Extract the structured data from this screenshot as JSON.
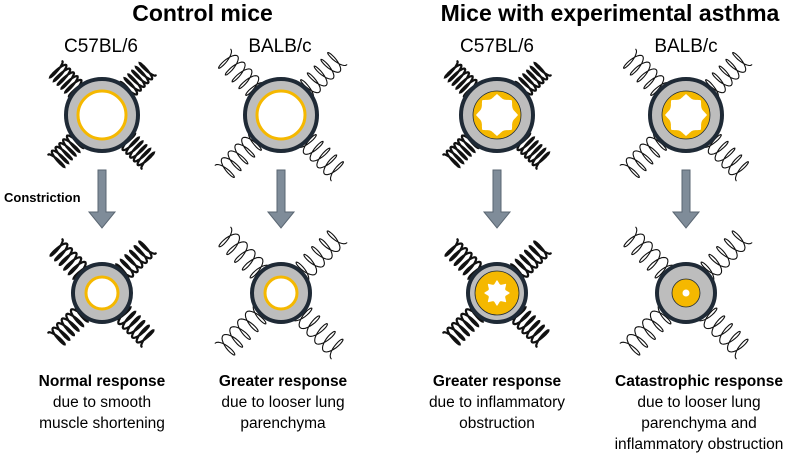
{
  "titles": {
    "control": "Control mice",
    "asthma": "Mice with experimental asthma"
  },
  "side_label": "Constriction",
  "panels": [
    {
      "strain": "C57BL/6",
      "spring_style": "tight",
      "top_lumen": "smooth",
      "bottom_lumen": "smooth",
      "caption_bold": "Normal response",
      "caption_rest": "due to smooth\nmuscle shortening"
    },
    {
      "strain": "BALB/c",
      "spring_style": "loose",
      "top_lumen": "smooth",
      "bottom_lumen": "smooth-small",
      "caption_bold": "Greater response",
      "caption_rest": "due to looser lung\nparenchyma"
    },
    {
      "strain": "C57BL/6",
      "spring_style": "tight",
      "top_lumen": "inflamed",
      "bottom_lumen": "inflamed-obstructed",
      "caption_bold": "Greater response",
      "caption_rest": "due to inflammatory\nobstruction"
    },
    {
      "strain": "BALB/c",
      "spring_style": "loose",
      "top_lumen": "inflamed",
      "bottom_lumen": "inflamed-catastrophic",
      "caption_bold": "Catastrophic response",
      "caption_rest": "due to looser lung\nparenchyma and\ninflammatory obstruction"
    }
  ],
  "colors": {
    "airway_wall": "#bdbdbd",
    "airway_outline": "#1f2a36",
    "epithelium": "#f5b800",
    "arrow": "#7f8c99",
    "arrow_outline": "#5a6672",
    "spring": "#111111"
  }
}
